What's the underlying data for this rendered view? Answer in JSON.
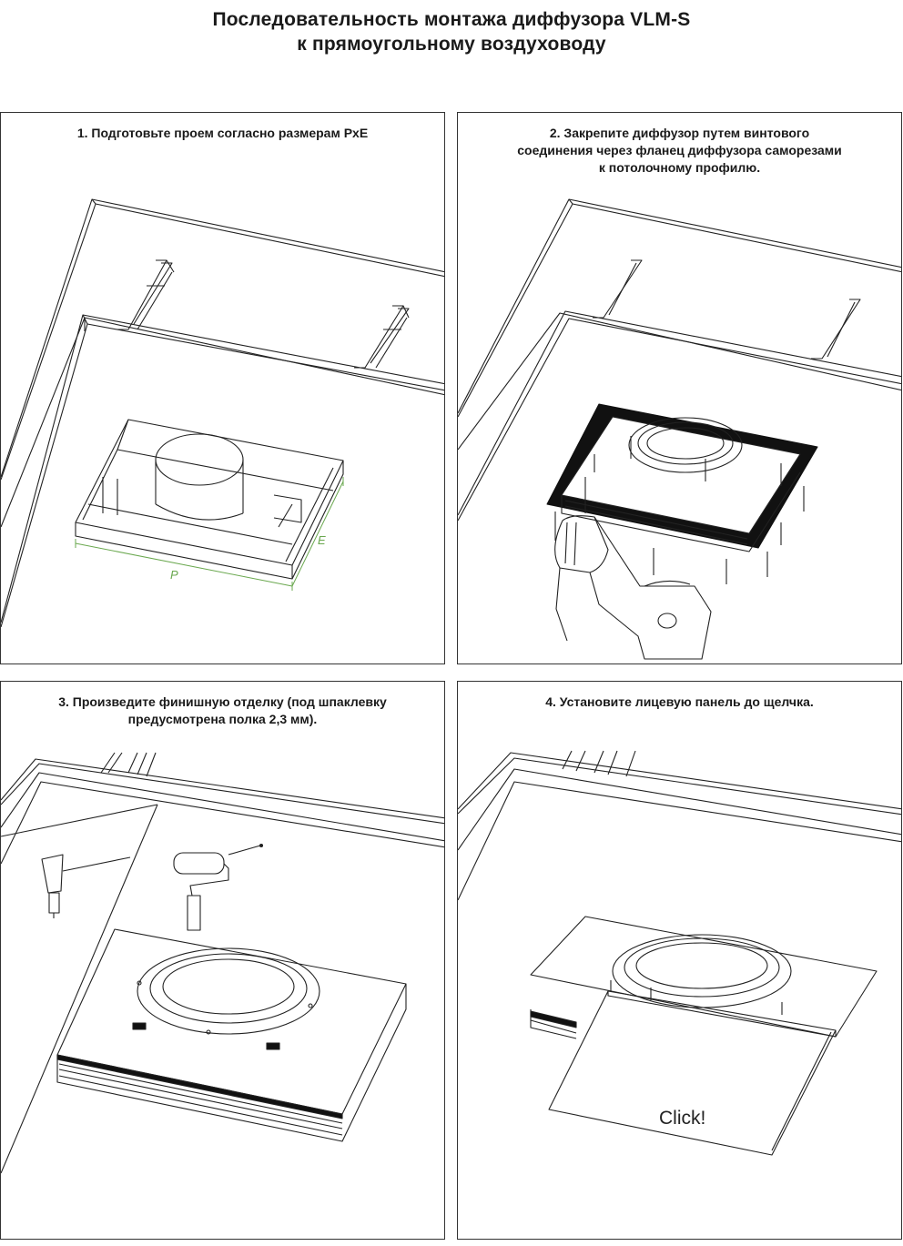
{
  "title": {
    "line1": "Последовательность монтажа диффузора VLM-S",
    "line2": "к прямоугольному воздуховоду"
  },
  "steps": [
    {
      "lines": [
        "1. Подготовьте проем согласно размерам РхЕ"
      ],
      "label_p": "P",
      "label_e": "E"
    },
    {
      "lines": [
        "2. Закрепите диффузор путем винтового",
        "соединения через фланец диффузора саморезами",
        "к потолочному профилю."
      ]
    },
    {
      "lines": [
        "3. Произведите финишную отделку (под шпаклевку",
        "предусмотрена полка 2,3 мм)."
      ]
    },
    {
      "lines": [
        "4. Установите лицевую панель до щелчка."
      ],
      "click_text": "Click!"
    }
  ],
  "colors": {
    "dimension": "#6aa84f",
    "line": "#222222",
    "flange": "#111111"
  }
}
